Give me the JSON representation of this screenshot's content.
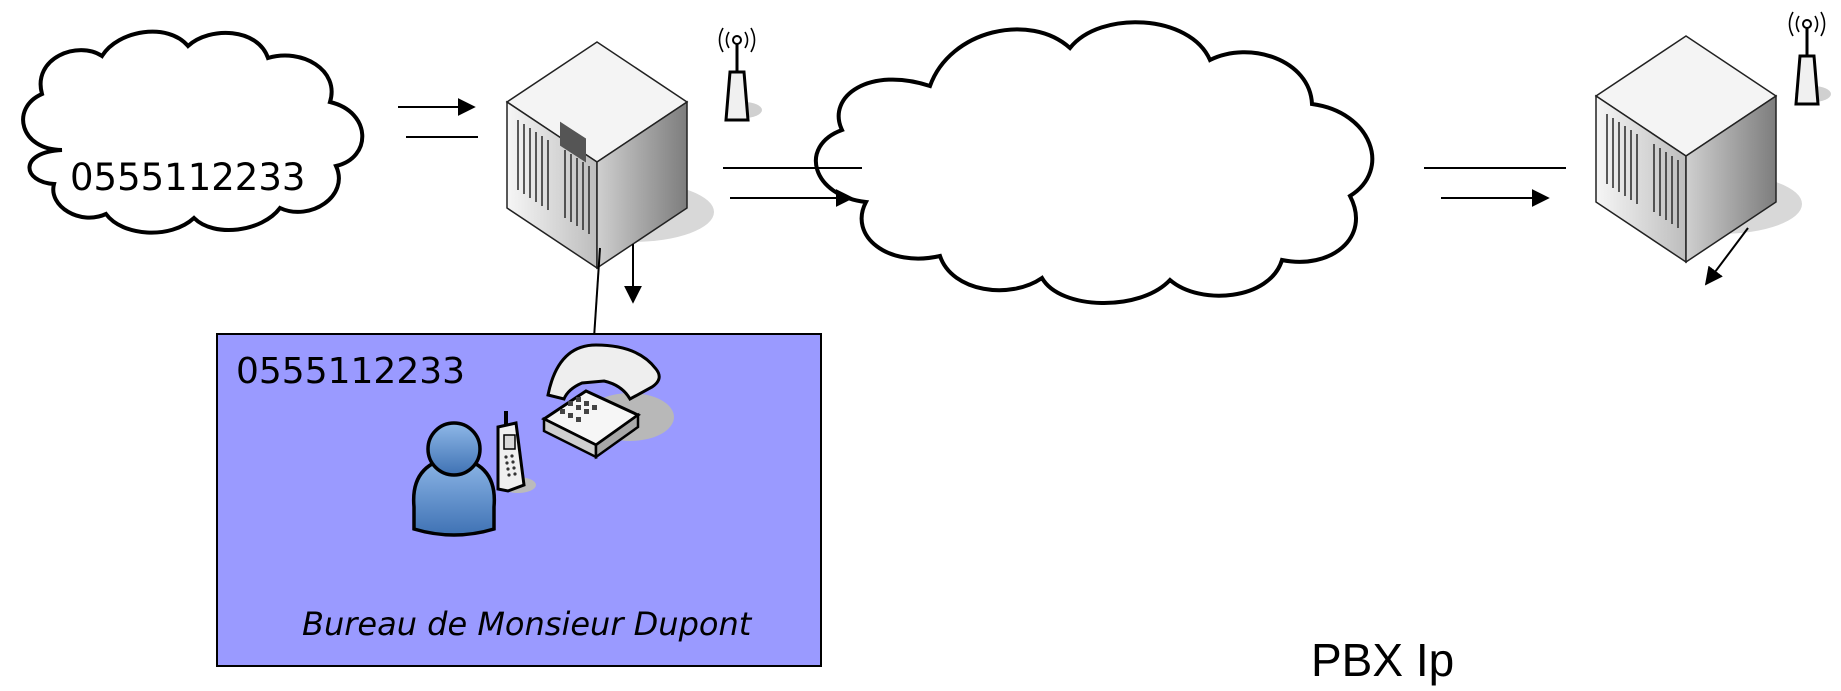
{
  "phone_cloud": {
    "number": "0555112233"
  },
  "office": {
    "number": "0555112233",
    "label": "Bureau de Monsieur Dupont"
  },
  "pbx": {
    "label": "PBX Ip"
  },
  "icons": {
    "cloud_left": "cloud-icon",
    "cloud_center": "cloud-icon",
    "server_left": "server-icon",
    "server_right": "server-icon",
    "antenna_left": "antenna-icon",
    "antenna_right": "antenna-icon",
    "desk_phone": "desk-phone-icon",
    "mobile_phone": "mobile-phone-icon",
    "user": "user-icon"
  },
  "colors": {
    "office_fill": "#9a9aff",
    "user_fill": "#5b8ec8",
    "server_light": "#f2f2f2",
    "server_dark": "#8c8c8c"
  }
}
